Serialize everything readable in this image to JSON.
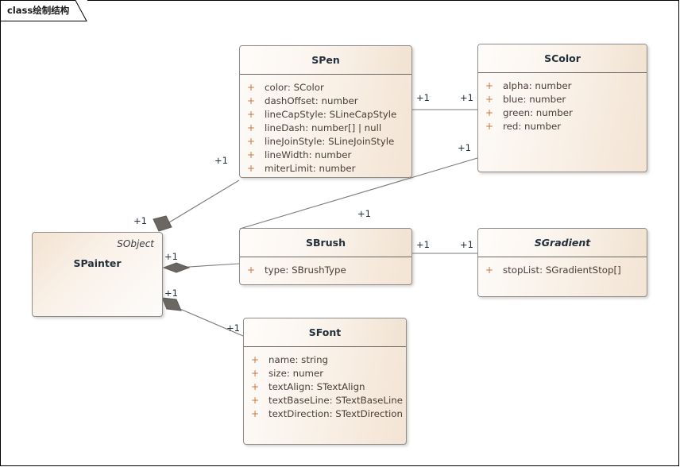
{
  "window": {
    "title_tab": "class绘制结构",
    "background": "#ffffff",
    "frame_color": "#000000"
  },
  "theme": {
    "class_border": "#8f8d8a",
    "header_separator": "#6b6864",
    "visibility_color": "#c8763c",
    "attribute_color": "#4a3d34",
    "class_name_color": "#23303c",
    "multiplicity_color": "#22313f",
    "link_color": "#7a7a78",
    "diamond_fill": "#6b6763",
    "fill_light": "#fdfbf9",
    "fill_tan": "#f3e4d4"
  },
  "classes": [
    {
      "id": "spainter",
      "name": "SPainter",
      "stereotype": "SObject",
      "abstract": false,
      "has_compartment": false,
      "attributes": []
    },
    {
      "id": "spen",
      "name": "SPen",
      "abstract": false,
      "has_compartment": true,
      "attributes": [
        {
          "visibility": "+",
          "signature": "color: SColor"
        },
        {
          "visibility": "+",
          "signature": "dashOffset: number"
        },
        {
          "visibility": "+",
          "signature": "lineCapStyle: SLineCapStyle"
        },
        {
          "visibility": "+",
          "signature": "lineDash: number[] | null"
        },
        {
          "visibility": "+",
          "signature": "lineJoinStyle: SLineJoinStyle"
        },
        {
          "visibility": "+",
          "signature": "lineWidth: number"
        },
        {
          "visibility": "+",
          "signature": "miterLimit: number"
        }
      ]
    },
    {
      "id": "scolor",
      "name": "SColor",
      "abstract": false,
      "has_compartment": true,
      "attributes": [
        {
          "visibility": "+",
          "signature": "alpha: number"
        },
        {
          "visibility": "+",
          "signature": "blue: number"
        },
        {
          "visibility": "+",
          "signature": "green: number"
        },
        {
          "visibility": "+",
          "signature": "red: number"
        }
      ]
    },
    {
      "id": "sbrush",
      "name": "SBrush",
      "abstract": false,
      "has_compartment": true,
      "attributes": [
        {
          "visibility": "+",
          "signature": "type: SBrushType"
        }
      ]
    },
    {
      "id": "sgradient",
      "name": "SGradient",
      "abstract": true,
      "has_compartment": true,
      "attributes": [
        {
          "visibility": "+",
          "signature": "stopList: SGradientStop[]"
        }
      ]
    },
    {
      "id": "sfont",
      "name": "SFont",
      "abstract": false,
      "has_compartment": true,
      "attributes": [
        {
          "visibility": "+",
          "signature": "name: string"
        },
        {
          "visibility": "+",
          "signature": "size: numer"
        },
        {
          "visibility": "+",
          "signature": "textAlign: STextAlign"
        },
        {
          "visibility": "+",
          "signature": "textBaseLine: STextBaseLine"
        },
        {
          "visibility": "+",
          "signature": "textDirection: STextDirection"
        }
      ]
    }
  ],
  "associations": [
    {
      "id": "spainter-spen",
      "from": "SPainter",
      "to": "SPen",
      "type": "composition",
      "from_mult": "+1",
      "to_mult": "+1"
    },
    {
      "id": "spainter-sbrush",
      "from": "SPainter",
      "to": "SBrush",
      "type": "composition",
      "from_mult": "+1",
      "to_mult": "+1"
    },
    {
      "id": "spainter-sfont",
      "from": "SPainter",
      "to": "SFont",
      "type": "composition",
      "from_mult": "+1",
      "to_mult": "+1"
    },
    {
      "id": "spen-scolor",
      "from": "SPen",
      "to": "SColor",
      "type": "association",
      "from_mult": "+1",
      "to_mult": "+1"
    },
    {
      "id": "sbrush-scolor",
      "from": "SBrush",
      "to": "SColor",
      "type": "association",
      "from_mult": "+1",
      "to_mult": "+1"
    },
    {
      "id": "sbrush-sgradient",
      "from": "SBrush",
      "to": "SGradient",
      "type": "association",
      "from_mult": "+1",
      "to_mult": "+1"
    }
  ],
  "multiplicity_labels": [
    {
      "key": "spen_end",
      "text": "+1"
    },
    {
      "key": "spainter_spen",
      "text": "+1"
    },
    {
      "key": "spen_scolor_l",
      "text": "+1"
    },
    {
      "key": "spen_scolor_r",
      "text": "+1"
    },
    {
      "key": "scolor_sbrush_up",
      "text": "+1"
    },
    {
      "key": "scolor_sbrush_dn",
      "text": "+1"
    },
    {
      "key": "spainter_sbrush",
      "text": "+1"
    },
    {
      "key": "sbrush_left",
      "text": "+1"
    },
    {
      "key": "sbrush_right",
      "text": "+1"
    },
    {
      "key": "sgradient_left",
      "text": "+1"
    },
    {
      "key": "spainter_sfont",
      "text": "+1"
    },
    {
      "key": "sfont_end",
      "text": "+1"
    }
  ]
}
